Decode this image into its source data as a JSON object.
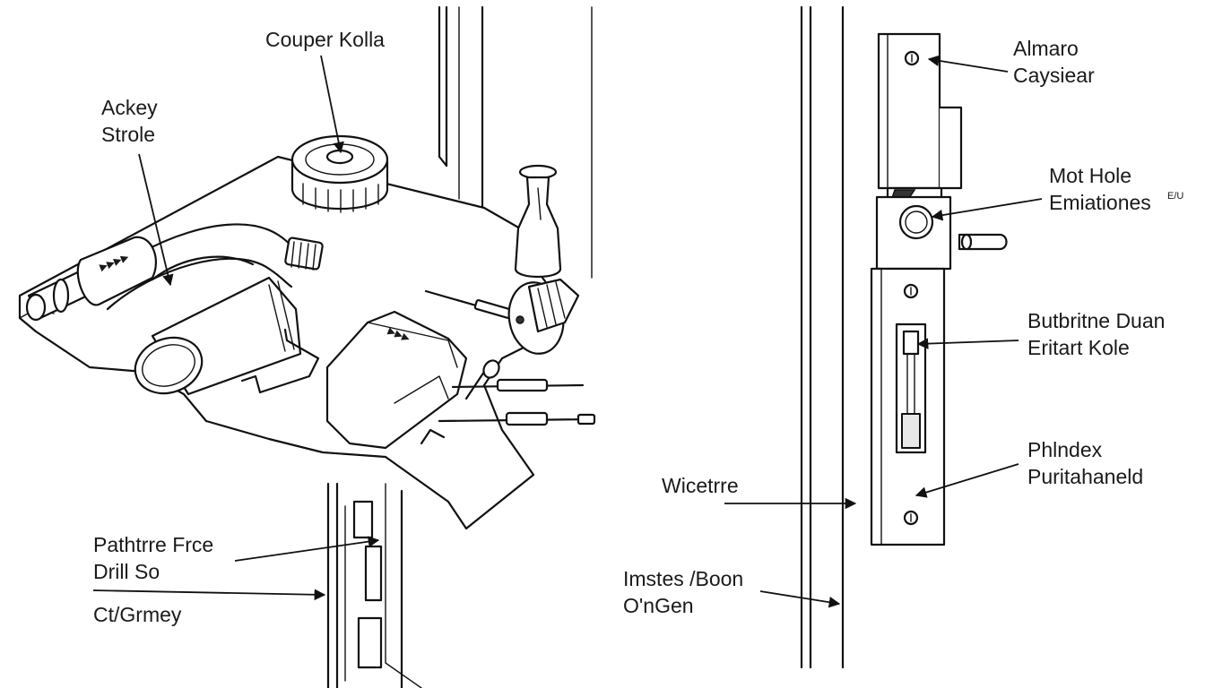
{
  "labels": {
    "couper_kolla": "Couper Kolla",
    "ackey_strole_1": "Ackey",
    "ackey_strole_2": "Strole",
    "pathtrre_1": "Pathtrre Frce",
    "pathtrre_2": "Drill So",
    "ct_grmey": "Ct/Grmey",
    "almaro_1": "Almaro",
    "almaro_2": "Caysiear",
    "mot_hole_1": "Mot Hole",
    "mot_hole_2": "Emiationes",
    "mot_hole_sup": "E/U",
    "butbritne_1": "Butbritne Duan",
    "butbritne_2": "Eritart Kole",
    "phlndex_1": "Phlndex",
    "phlndex_2": "Puritahaneld",
    "wicetrre": "Wicetrre",
    "imstes_1": "Imstes /Boon",
    "imstes_2": "O'nGen",
    "bar_marking": "▶▶▶▶",
    "pad_marking": "▶▶▶"
  }
}
